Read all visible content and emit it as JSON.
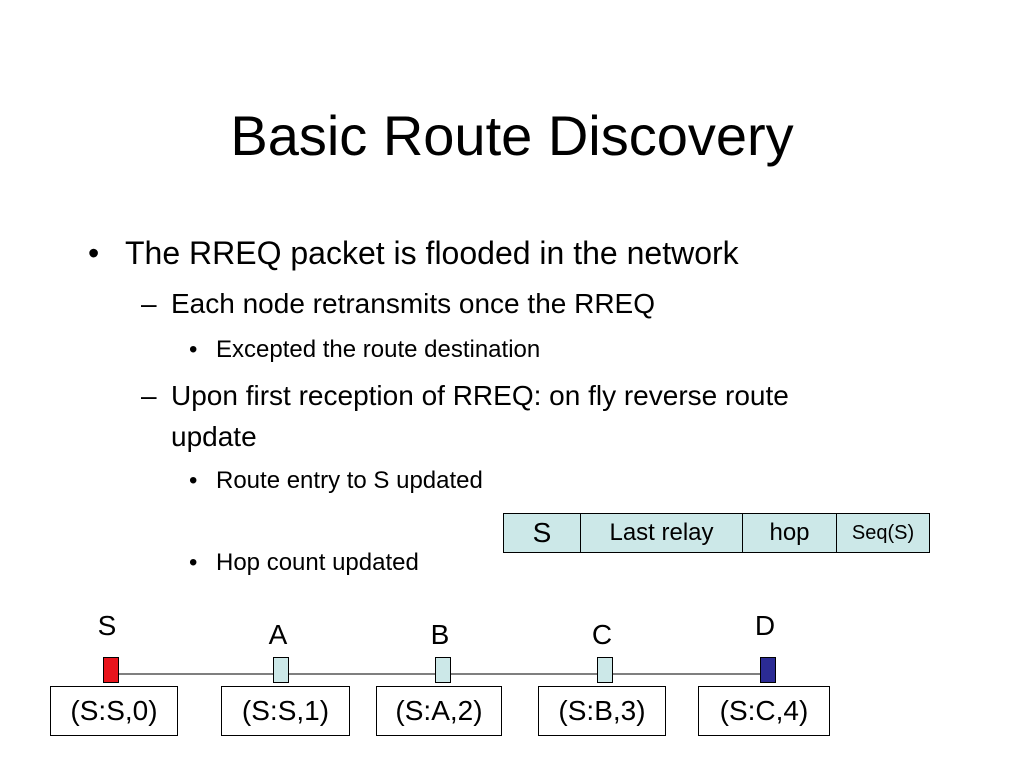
{
  "slide": {
    "title": "Basic Route Discovery",
    "bullets": {
      "b1": {
        "marker": "•",
        "text": "The RREQ packet is flooded in the network"
      },
      "b1_1": {
        "marker": "–",
        "text": "Each node retransmits once the RREQ"
      },
      "b1_1_1": {
        "marker": "•",
        "text": "Excepted the route destination"
      },
      "b1_2": {
        "marker": "–",
        "text_line1": "Upon first reception of RREQ: on fly reverse route",
        "text_line2": "update"
      },
      "b1_2_1": {
        "marker": "•",
        "text": "Route entry to S updated"
      },
      "b1_2_2": {
        "marker": "•",
        "text": "Hop count updated"
      }
    }
  },
  "route_entry_table": {
    "cells": [
      "S",
      "Last relay",
      "hop",
      "Seq(S)"
    ],
    "cell_color": "#cce8e8"
  },
  "network": {
    "line_color": "#7f7f7f",
    "nodes": [
      {
        "label": "S",
        "marker_color": "#e8141c",
        "route": "(S:S,0)"
      },
      {
        "label": "A",
        "marker_color": "#cce8e8",
        "route": "(S:S,1)"
      },
      {
        "label": "B",
        "marker_color": "#cce8e8",
        "route": "(S:A,2)"
      },
      {
        "label": "C",
        "marker_color": "#cce8e8",
        "route": "(S:B,3)"
      },
      {
        "label": "D",
        "marker_color": "#2b2b94",
        "route": "(S:C,4)"
      }
    ]
  }
}
